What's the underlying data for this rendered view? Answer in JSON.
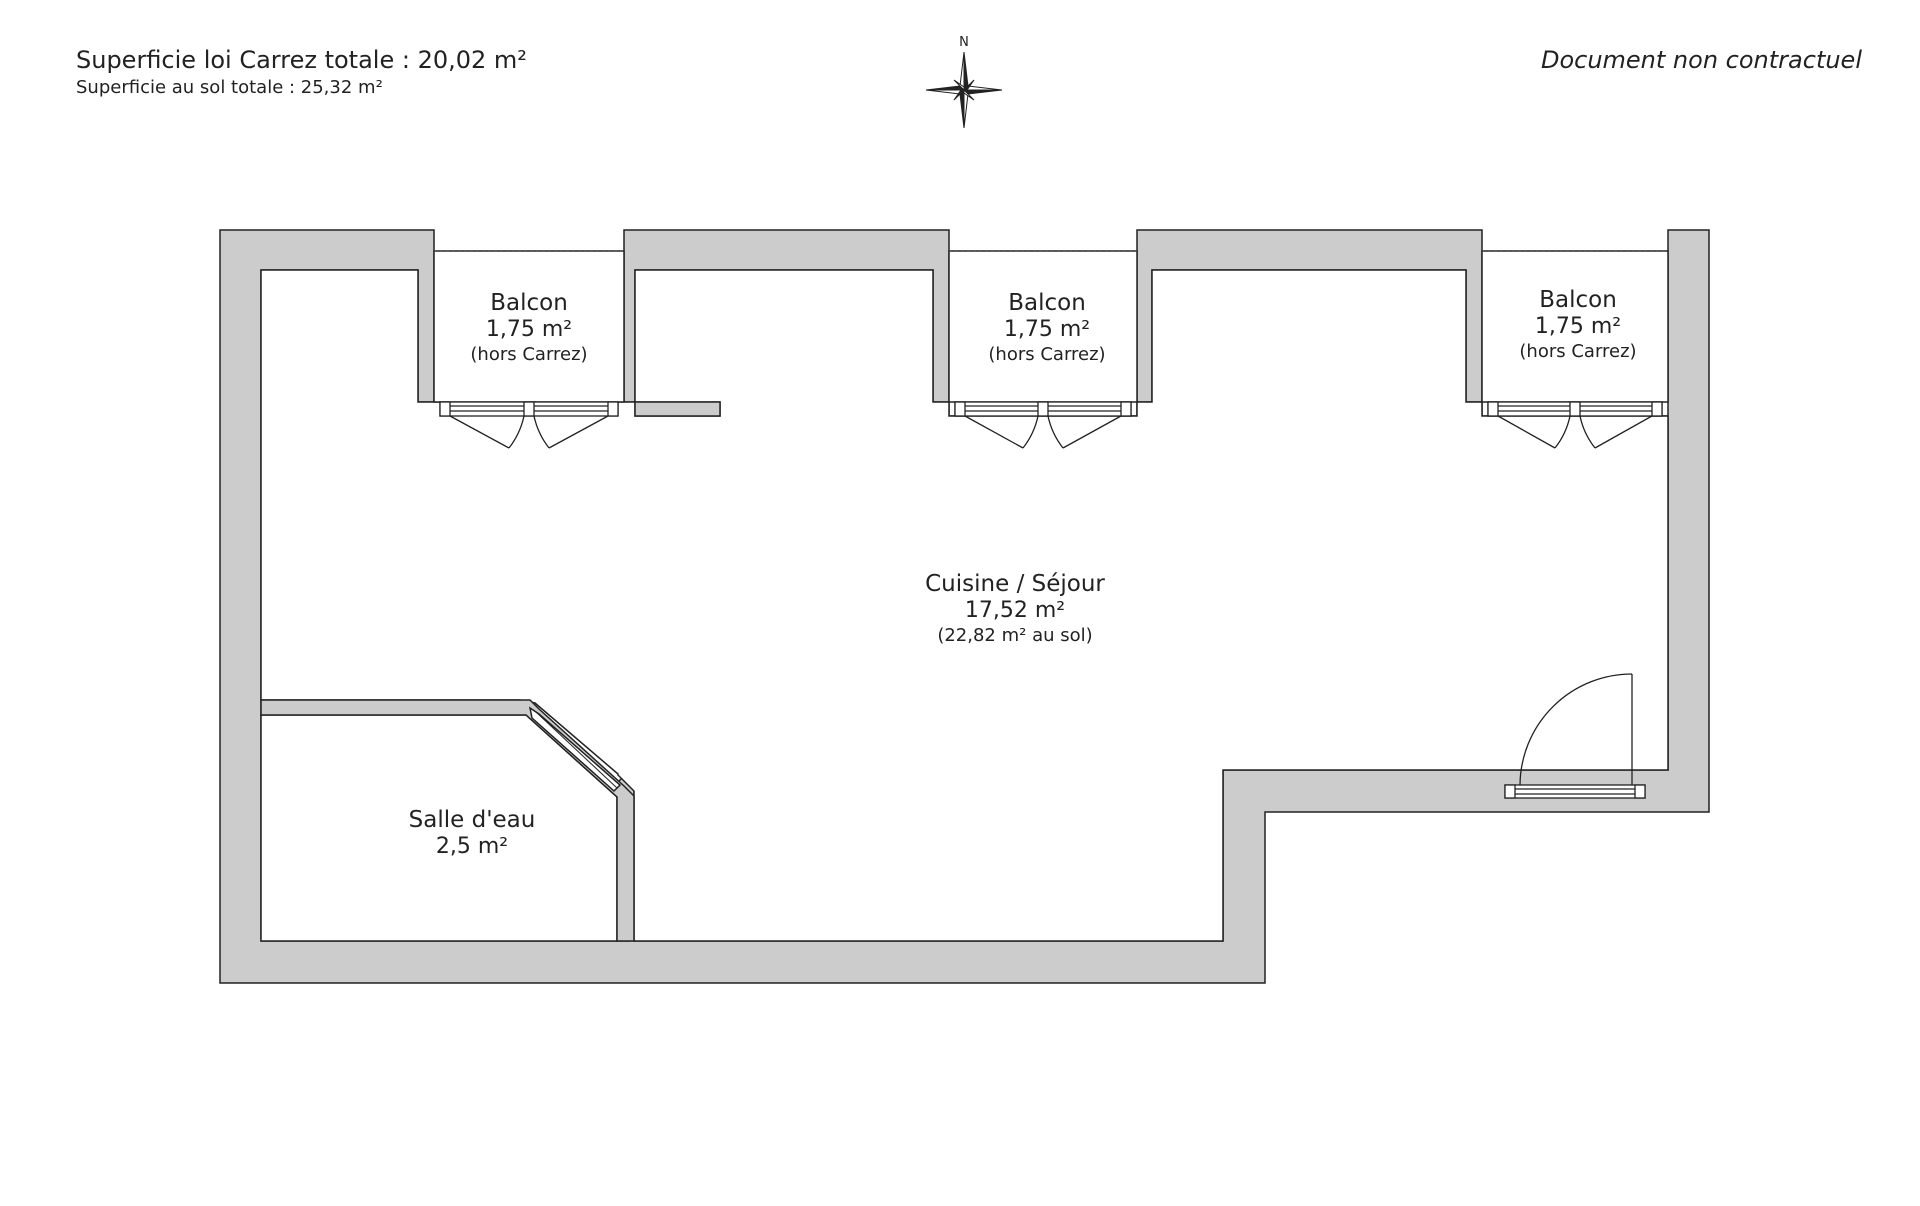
{
  "header": {
    "carrez_total": "Superficie loi Carrez totale : 20,02 m²",
    "sol_total": "Superficie au sol totale : 25,32 m²",
    "disclaimer": "Document non contractuel"
  },
  "compass": {
    "north_label": "N"
  },
  "rooms": {
    "balcon_left": {
      "name": "Balcon",
      "area": "1,75 m²",
      "note": "(hors Carrez)"
    },
    "balcon_center": {
      "name": "Balcon",
      "area": "1,75 m²",
      "note": "(hors Carrez)"
    },
    "balcon_right": {
      "name": "Balcon",
      "area": "1,75 m²",
      "note": "(hors Carrez)"
    },
    "sejour": {
      "name": "Cuisine / Séjour",
      "area": "17,52 m²",
      "note": "(22,82 m² au sol)"
    },
    "salle_eau": {
      "name": "Salle d'eau",
      "area": "2,5 m²"
    }
  },
  "colors": {
    "wall": "#cccccc",
    "stroke": "#222222"
  }
}
